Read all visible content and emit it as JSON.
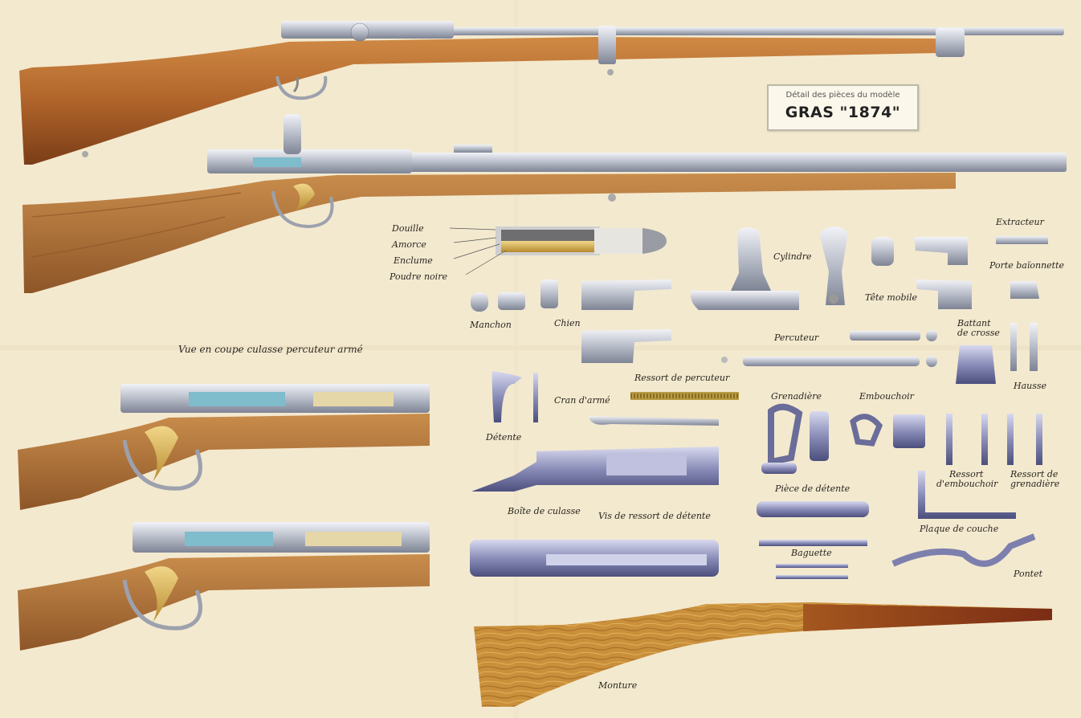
{
  "title_box": {
    "subtitle": "Détail des pièces du modèle",
    "title": "GRAS \"1874\""
  },
  "section_label": "Vue en coupe culasse percuteur armé",
  "cartridge_labels": [
    "Douille",
    "Amorce",
    "Enclume",
    "Poudre noire"
  ],
  "part_labels": {
    "cylindre": "Cylindre",
    "extracteur": "Extracteur",
    "porte_baionnette": "Porte baïonnette",
    "tete_mobile": "Tête mobile",
    "manchon": "Manchon",
    "chien": "Chien",
    "percuteur": "Percuteur",
    "battant_de_crosse_1": "Battant",
    "battant_de_crosse_2": "de crosse",
    "hausse": "Hausse",
    "ressort_de_percuteur": "Ressort de percuteur",
    "cran_d_arme": "Cran d'armé",
    "detente": "Détente",
    "grenadiere": "Grenadière",
    "embouchoir": "Embouchoir",
    "ressort_embouchoir_1": "Ressort",
    "ressort_embouchoir_2": "d'embouchoir",
    "ressort_grenadiere_1": "Ressort de",
    "ressort_grenadiere_2": "grenadière",
    "piece_de_detente": "Pièce de détente",
    "plaque_de_couche": "Plaque de couche",
    "boite_de_culasse": "Boîte de culasse",
    "vis_de_ressort_de_detente": "Vis de ressort de détente",
    "baguette": "Baguette",
    "pontet": "Pontet",
    "monture": "Monture"
  },
  "colors": {
    "background": "#f3e9cf",
    "wood": "#b5682a",
    "metal": "#c9cdd6",
    "blued_metal": "#8c8fb8",
    "brass": "#c9a24a"
  }
}
